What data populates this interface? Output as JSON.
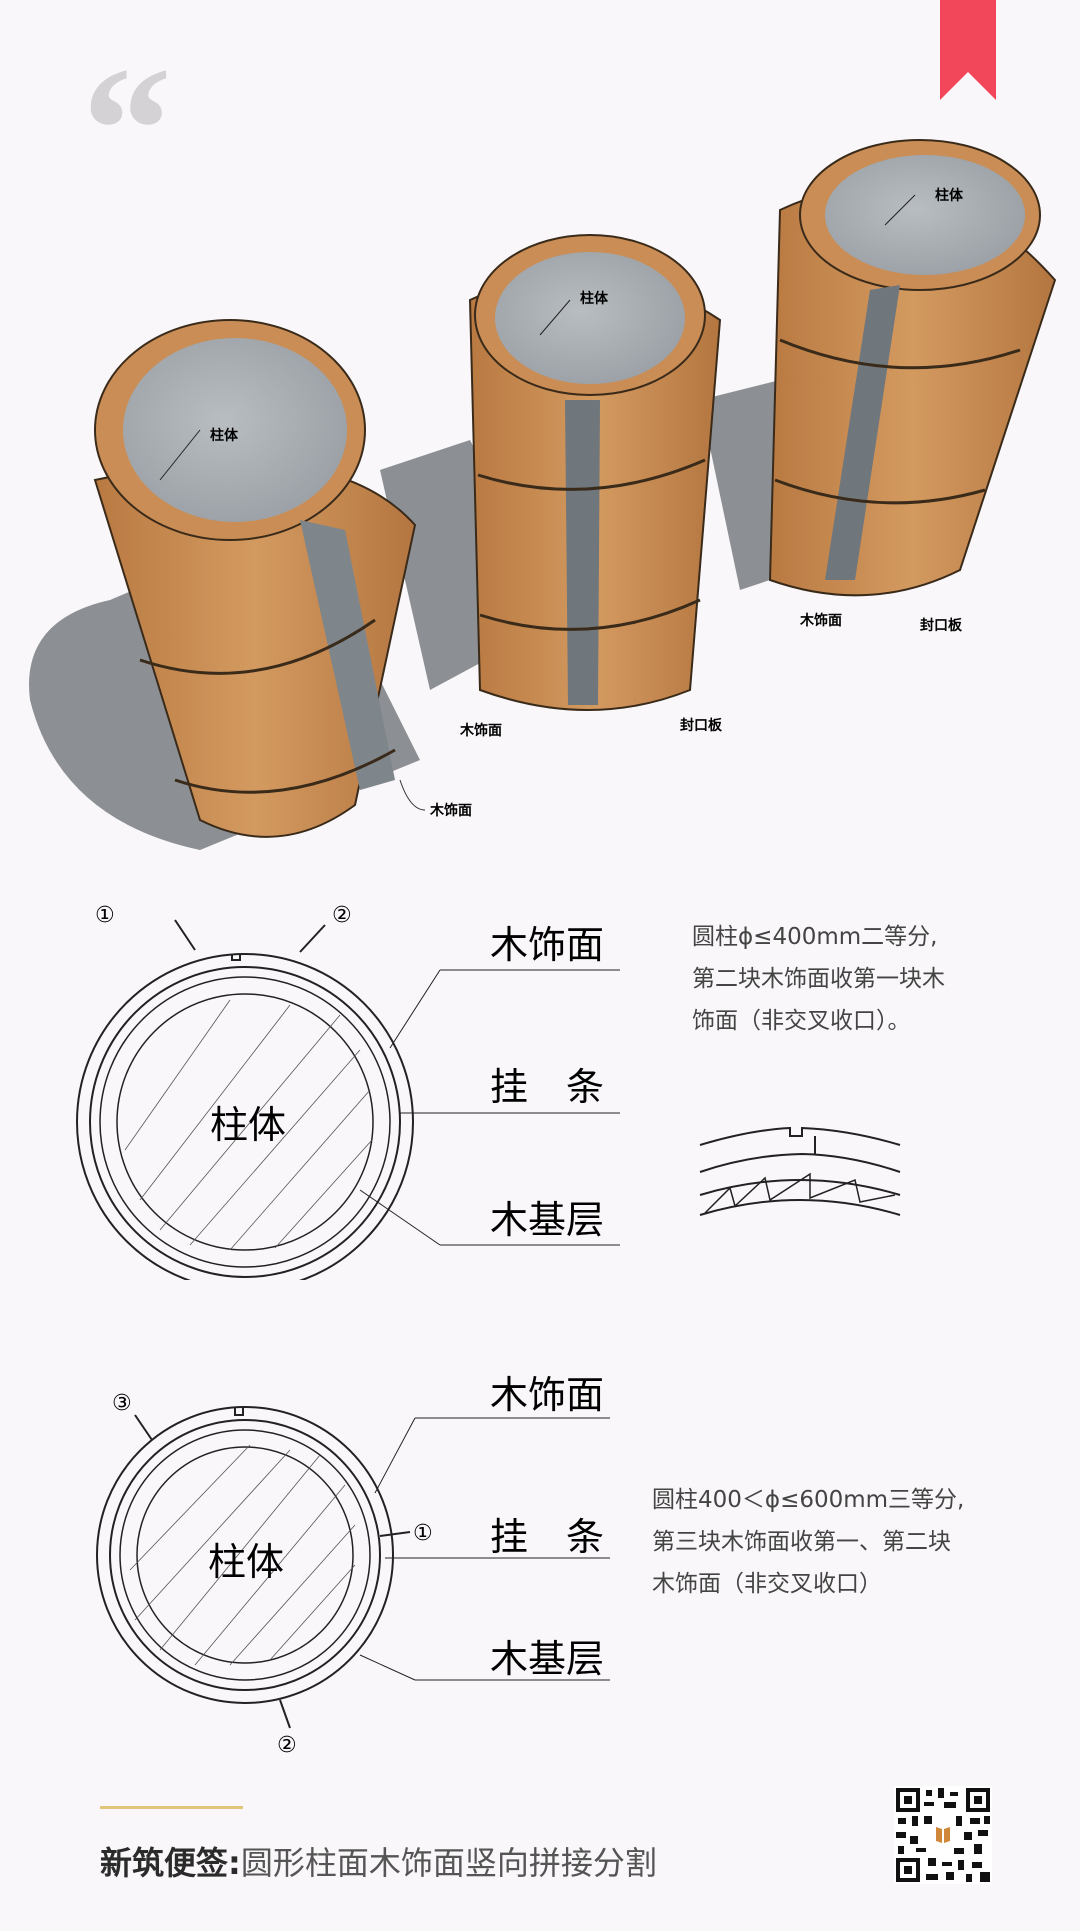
{
  "decor": {
    "quote_mark": "“",
    "bookmark_color": "#f2465a",
    "quote_color": "#d4d2d4",
    "accent_line_color": "#e2c57a"
  },
  "render_3d": {
    "columns": [
      {
        "id": "left",
        "labels": {
          "core": "柱体",
          "face": "木饰面"
        }
      },
      {
        "id": "middle",
        "labels": {
          "core": "柱体",
          "face": "木饰面",
          "seal": "封口板"
        }
      },
      {
        "id": "right",
        "labels": {
          "core": "柱体",
          "face": "木饰面",
          "seal": "封口板"
        }
      }
    ],
    "colors": {
      "wood": "#c98d55",
      "concrete": "#9aa0a5",
      "shadow": "#8c9094",
      "band": "#3a2a1a"
    }
  },
  "plan_1": {
    "core_label": "柱体",
    "callouts": [
      "木饰面",
      "挂　条",
      "木基层"
    ],
    "markers": [
      "①",
      "②"
    ],
    "description": [
      "圆柱ϕ≤400mm二等分,",
      "第二块木饰面收第一块木",
      "饰面（非交叉收口）。"
    ]
  },
  "plan_2": {
    "core_label": "柱体",
    "callouts": [
      "木饰面",
      "挂　条",
      "木基层"
    ],
    "markers": [
      "③",
      "①",
      "②"
    ],
    "description": [
      "圆柱400＜ϕ≤600mm三等分,",
      "第三块木饰面收第一、第二块",
      "木饰面（非交叉收口）"
    ]
  },
  "footer": {
    "brand": "新筑便签:",
    "title": "圆形柱面木饰面竖向拼接分割",
    "qr_icon": "qr-code"
  }
}
